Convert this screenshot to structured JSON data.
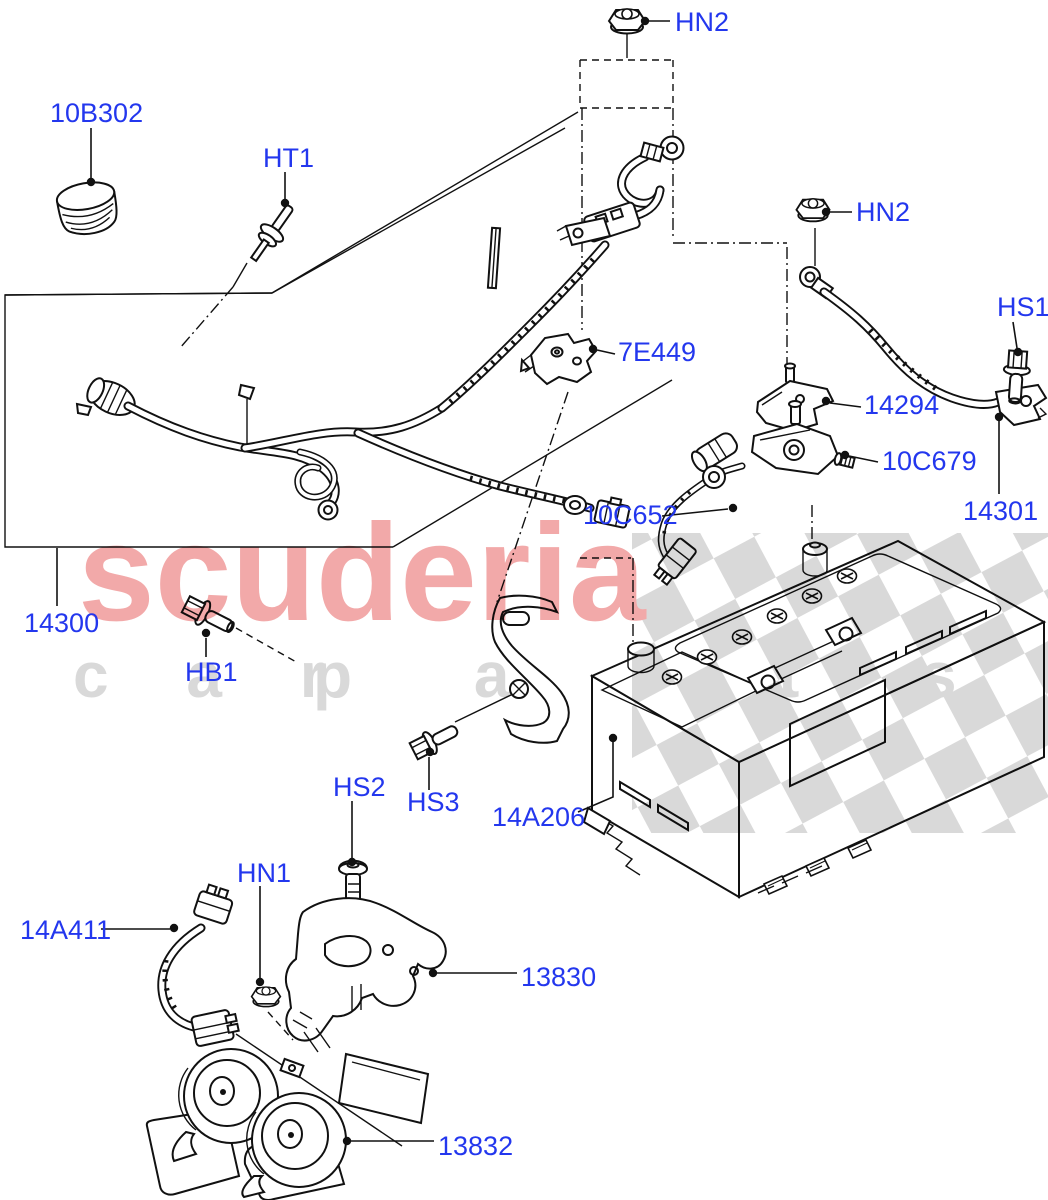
{
  "watermark": {
    "brand": "scuderia",
    "word1": "c a r",
    "word2": "p a r t s"
  },
  "colors": {
    "label_blue": "#2337ee",
    "line_black": "#111111",
    "brand_pink": "#f2a9a9",
    "letters_gray": "#d9d9d9",
    "checker_gray": "#d9d9d9",
    "background": "#ffffff"
  },
  "callouts": {
    "hn2_top": "HN2",
    "b10302": "10B302",
    "ht1": "HT1",
    "e7449": "7E449",
    "hn2_right": "HN2",
    "hs1": "HS1",
    "n14294": "14294",
    "c10679": "10C679",
    "c10652": "10C652",
    "n14301": "14301",
    "n14300": "14300",
    "hb1": "HB1",
    "hs2": "HS2",
    "hs3": "HS3",
    "a14206": "14A206",
    "hn1": "HN1",
    "a14411": "14A411",
    "n13830": "13830",
    "n13832": "13832"
  }
}
